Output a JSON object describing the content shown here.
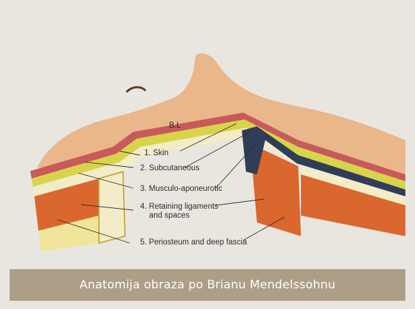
{
  "figure": {
    "labels": [
      "1. Skin",
      "2. Subcutaneous",
      "3. Musculo-aponeurotic",
      "4. Retaining ligaments",
      "and spaces",
      "5. Periosteum and deep fascia"
    ],
    "small_mark": "B.L"
  },
  "caption": "Anatomija obraza po Brianu Mendelssohnu",
  "colors": {
    "skin": "#e9b78a",
    "subcutaneous": "#d8d44a",
    "muscle": "#d9672e",
    "fascia": "#f2ecc8",
    "dark_layer": "#2f3d57",
    "caption_bar": "#ad9e87"
  }
}
